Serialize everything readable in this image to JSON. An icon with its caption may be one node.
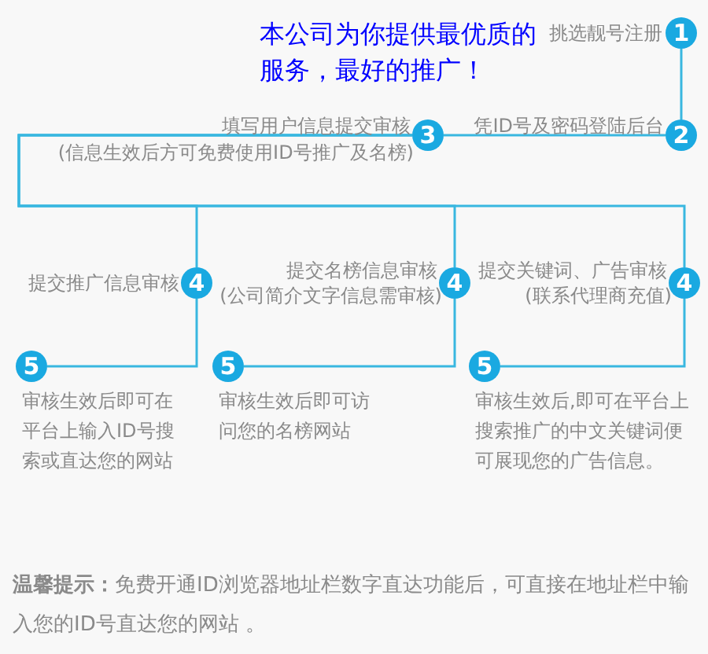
{
  "diagram": {
    "nodes": [
      {
        "text": [
          "1"
        ],
        "beside": [
          "挑选靓号注册"
        ]
      },
      {
        "text": [
          "2"
        ],
        "beside": [
          "凭ID号及密码登陆后台"
        ]
      },
      {
        "text": [
          "3"
        ],
        "beside": [
          "填写用户信息提交审核",
          "(信息生效后方可免费使用ID号推广及名榜)"
        ]
      },
      {
        "text": [
          "4"
        ],
        "beside": [
          "提交推广信息审核"
        ]
      },
      {
        "text": [
          "4"
        ],
        "beside": [
          "提交名榜信息审核",
          "(公司简介文字信息需审核)"
        ]
      },
      {
        "text": [
          "4"
        ],
        "beside": [
          "提交关键词、广告审核",
          "(联系代理商充值)"
        ]
      },
      {
        "text": [
          "5"
        ],
        "beside": [
          "审核生效后即可在平台上输入ID号搜索或直达您的网站"
        ]
      },
      {
        "text": [
          "5"
        ],
        "beside": [
          "审核生效后即可访问您的名榜网站"
        ]
      },
      {
        "text": [
          "5"
        ],
        "beside": [
          "审核生效后,即可在平台上搜索推广的中文关键词便可展现您的广告信息。"
        ]
      }
    ],
    "edges": [
      {
        "from": 0,
        "to": 1,
        "arrow": "none"
      },
      {
        "from": 1,
        "to": 2,
        "arrow": "none"
      },
      {
        "from": 2,
        "to": 3,
        "arrow": "none"
      },
      {
        "from": 2,
        "to": 4,
        "arrow": "none"
      },
      {
        "from": 2,
        "to": 5,
        "arrow": "none"
      },
      {
        "from": 3,
        "to": 6,
        "arrow": "none"
      },
      {
        "from": 4,
        "to": 7,
        "arrow": "none"
      },
      {
        "from": 5,
        "to": 8,
        "arrow": "none"
      }
    ],
    "labels": [
      "本公司为你提供最优质的服务，最好的推广！",
      "**温馨提示：**免费开通ID浏览器地址栏数字直达功能后，可直接在地址栏中输入您的ID号直达您的网站 。"
    ]
  }
}
